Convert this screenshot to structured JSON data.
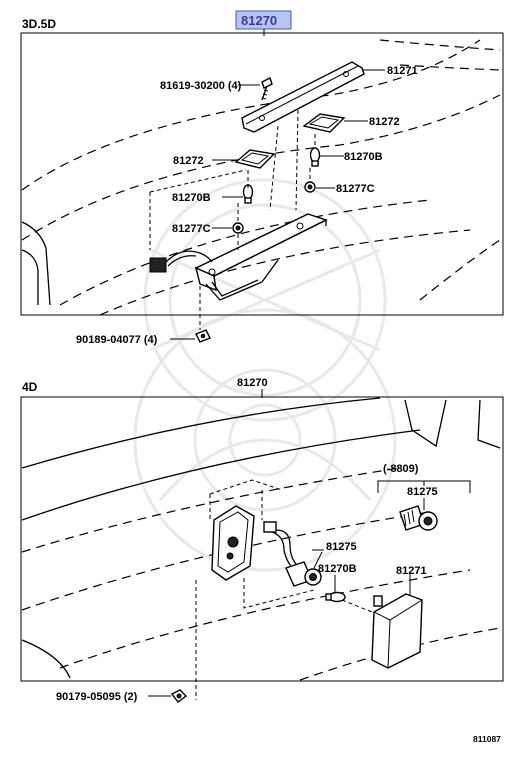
{
  "top_section": {
    "variant": "3D.5D",
    "assembly_part": "81270",
    "assembly_highlight_color": "#b8c4f4",
    "callouts": {
      "screw": "81619-30200 (4)",
      "lens_housing": "81271",
      "lens_right": "81272",
      "lens_left": "81272",
      "bulb_right": "81270B",
      "bulb_left": "81270B",
      "socket_right": "81277C",
      "socket_left": "81277C",
      "nut": "90189-04077 (4)"
    }
  },
  "bottom_section": {
    "variant": "4D",
    "assembly_part": "81270",
    "bracket_label": "(-8809)",
    "callouts": {
      "socket_bracketed": "81275",
      "socket": "81275",
      "bulb": "81270B",
      "lamp_lens": "81271",
      "nut": "90179-05095 (2)"
    }
  },
  "figure_code": "811087"
}
